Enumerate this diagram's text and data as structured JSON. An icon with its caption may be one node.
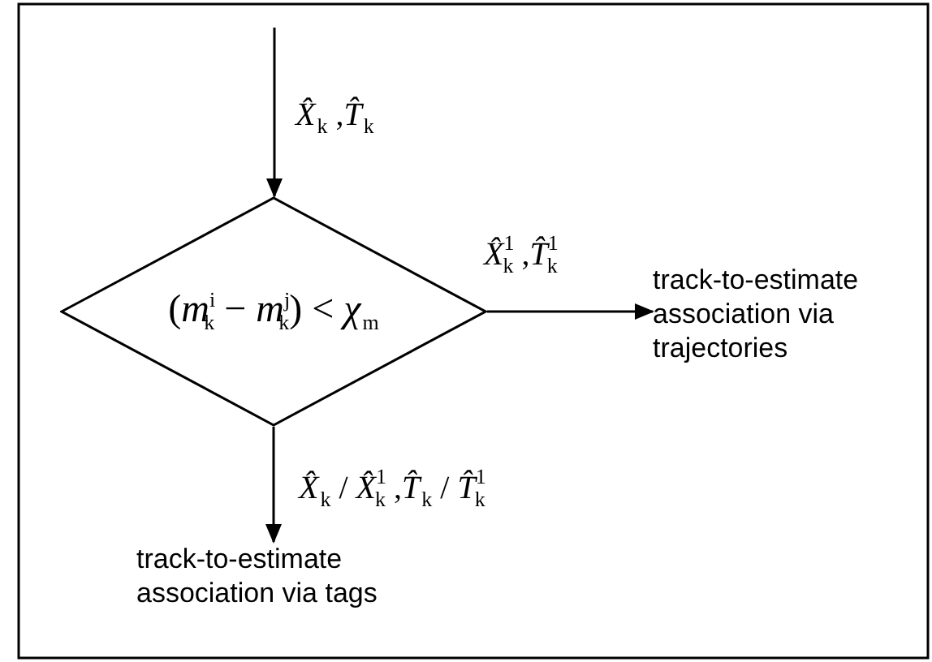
{
  "diagram": {
    "nodes": [
      {
        "text": [
          "(*m*$^{i}$$_{k}$ − *m*$^{j}$$_{k}$) < *χ*$_{m}$"
        ]
      },
      {
        "text": [
          "track-to-estimate association via trajectories"
        ]
      },
      {
        "text": [
          "track-to-estimate association via tags"
        ]
      }
    ],
    "edges": [
      {
        "from": null,
        "to": 0,
        "arrow": "to",
        "label": "*X̂*$_{k}$ ,*T̂*$_{k}$"
      },
      {
        "from": 0,
        "to": 1,
        "arrow": "to",
        "label": "*X̂*$^{1}$$_{k}$ ,*T̂*$^{1}$$_{k}$"
      },
      {
        "from": 0,
        "to": 2,
        "arrow": "to",
        "label": "*X̂*$_{k}$ / *X̂*$^{1}$$_{k}$ ,*T̂*$_{k}$ / *T̂*$^{1}$$_{k}$"
      }
    ]
  }
}
